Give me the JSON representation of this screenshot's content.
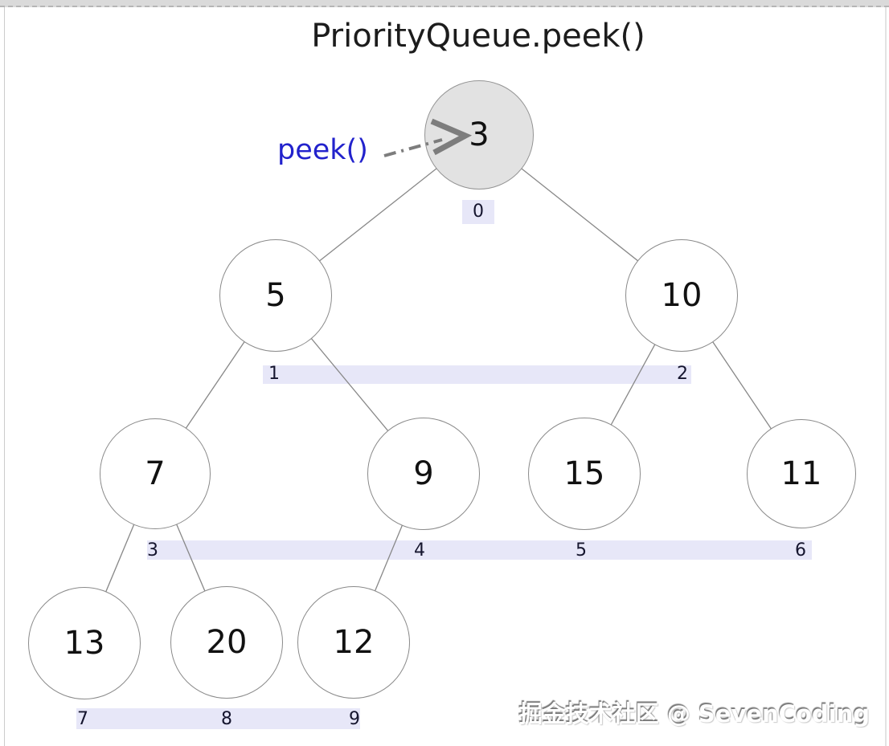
{
  "title": "PriorityQueue.peek()",
  "annotation": {
    "label": "peek()",
    "target_value": "3"
  },
  "watermark": "掘金技术社区 @ SevenCoding",
  "heap": {
    "structure": "binary-min-heap",
    "array": [
      3,
      5,
      10,
      7,
      9,
      15,
      11,
      13,
      20,
      12
    ],
    "nodes": [
      {
        "value": "3",
        "index": "0",
        "highlighted": true
      },
      {
        "value": "5",
        "index": "1",
        "highlighted": false
      },
      {
        "value": "10",
        "index": "2",
        "highlighted": false
      },
      {
        "value": "7",
        "index": "3",
        "highlighted": false
      },
      {
        "value": "9",
        "index": "4",
        "highlighted": false
      },
      {
        "value": "15",
        "index": "5",
        "highlighted": false
      },
      {
        "value": "11",
        "index": "6",
        "highlighted": false
      },
      {
        "value": "13",
        "index": "7",
        "highlighted": false
      },
      {
        "value": "20",
        "index": "8",
        "highlighted": false
      },
      {
        "value": "12",
        "index": "9",
        "highlighted": false
      }
    ],
    "edges": [
      [
        0,
        1
      ],
      [
        0,
        2
      ],
      [
        1,
        3
      ],
      [
        1,
        4
      ],
      [
        2,
        5
      ],
      [
        2,
        6
      ],
      [
        3,
        7
      ],
      [
        3,
        8
      ],
      [
        4,
        9
      ]
    ]
  },
  "colors": {
    "highlight_fill": "#e2e2e2",
    "node_fill": "#ffffff",
    "node_border": "#8a8a8a",
    "edge": "#888888",
    "index_bar": "#e7e7f8",
    "annotation_text": "#2222cc",
    "arrow": "#7d7d7d"
  }
}
